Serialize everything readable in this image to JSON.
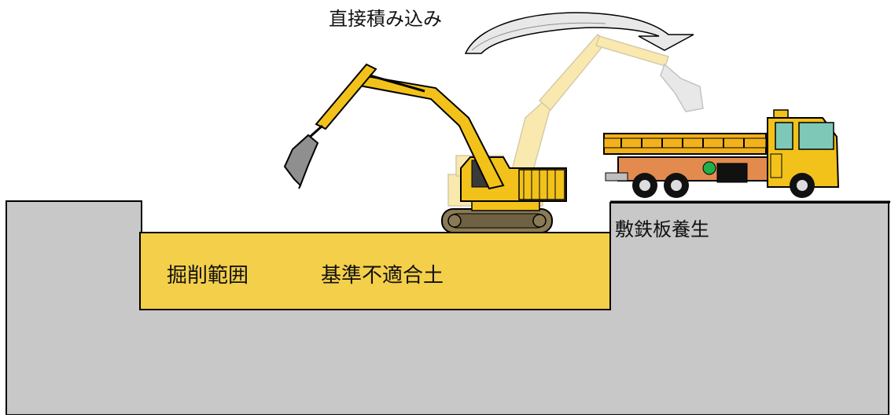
{
  "labels": {
    "direct_loading": "直接積み込み",
    "steel_plate": "敷鉄板養生",
    "excavation_range": "掘削範囲",
    "nonconforming_soil": "基準不適合土"
  },
  "colors": {
    "ground": "#c8c8c8",
    "soil": "#f4cf4a",
    "excavator": "#f2c21b",
    "truck_bed": "#f2b21b",
    "truck_chassis": "#e38b4f",
    "truck_cab": "#f2c21b",
    "track": "#8a7a55",
    "outline": "#000000"
  },
  "icons": {
    "arrow": "curved-arrow-icon",
    "excavator": "excavator-icon",
    "excavator_ghost": "excavator-ghost-icon",
    "truck": "dump-truck-icon"
  }
}
